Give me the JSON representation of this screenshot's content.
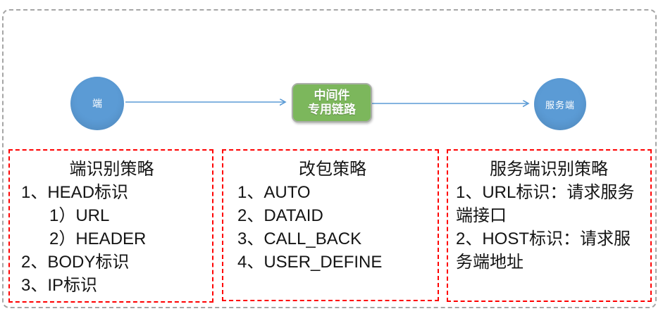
{
  "diagram": {
    "flow": {
      "client_node_label": "端",
      "middleware_line1": "中间件",
      "middleware_line2": "专用链路",
      "server_node_label": "服务端"
    },
    "colors": {
      "node_blue": "#5b9bd5",
      "middleware_green": "#7cb75c",
      "arrow_blue": "#5b9bd5",
      "policy_border_red": "#ff0000",
      "outer_border_gray": "#a6a6a6",
      "text_black": "#141414"
    },
    "boxes": [
      {
        "title": "端识别策略",
        "items": [
          {
            "text": "1、HEAD标识",
            "indent": 0
          },
          {
            "text": "1）URL",
            "indent": 1
          },
          {
            "text": "2）HEADER",
            "indent": 1
          },
          {
            "text": "2、BODY标识",
            "indent": 0
          },
          {
            "text": "3、IP标识",
            "indent": 0
          }
        ]
      },
      {
        "title": "改包策略",
        "items": [
          {
            "text": "1、AUTO",
            "indent": 0
          },
          {
            "text": "2、DATAID",
            "indent": 0
          },
          {
            "text": "3、CALL_BACK",
            "indent": 0
          },
          {
            "text": "4、USER_DEFINE",
            "indent": 0
          }
        ]
      },
      {
        "title": "服务端识别策略",
        "items": [
          {
            "text": "1、URL标识：请求服务端接口",
            "indent": 0
          },
          {
            "text": "2、HOST标识：请求服务端地址",
            "indent": 0
          }
        ]
      }
    ]
  }
}
